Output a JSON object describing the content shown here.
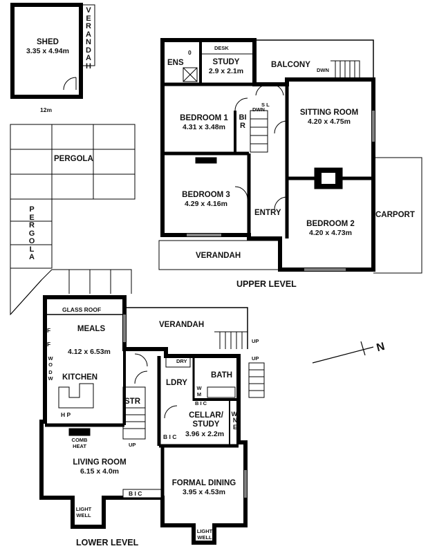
{
  "rooms": {
    "shed": {
      "name": "SHED",
      "size": "3.35 x 4.94m"
    },
    "verandah_shed": "VERANDAH",
    "ens": "ENS",
    "study": {
      "name": "STUDY",
      "size": "2.9 x 2.1m"
    },
    "desk": "DESK",
    "balcony": "BALCONY",
    "bedroom1": {
      "name": "BEDROOM 1",
      "size": "4.31 x 3.48m"
    },
    "bir": "BIR",
    "sitting_room": {
      "name": "SITTING ROOM",
      "size": "4.20 x 4.75m"
    },
    "bedroom3": {
      "name": "BEDROOM 3",
      "size": "4.29 x 4.16m"
    },
    "entry": "ENTRY",
    "bedroom2": {
      "name": "BEDROOM 2",
      "size": "4.20 x 4.73m"
    },
    "carport": "CARPORT",
    "verandah_upper": "VERANDAH",
    "pergola_top": "PERGOLA",
    "pergola_side": "PERGOLA",
    "glass_roof": "GLASS ROOF",
    "meals": {
      "name": "MEALS",
      "size": "4.12 x 6.53m"
    },
    "verandah_lower": "VERANDAH",
    "kitchen": "KITCHEN",
    "dry": "DRY",
    "ldry": "LDRY",
    "bath": "BATH",
    "str": "STR",
    "cellar_study": {
      "name": "CELLAR/ STUDY",
      "size": "3.96 x 2.2m"
    },
    "wine": "WINE",
    "living_room": {
      "name": "LIVING ROOM",
      "size": "6.15 x 4.0m"
    },
    "formal_dining": {
      "name": "FORMAL DINING",
      "size": "3.95 x 4.53m"
    },
    "light_well_1": "LIGHT WELL",
    "light_well_2": "LIGHT WELL",
    "comb_heat": "COMB HEAT"
  },
  "fixtures": {
    "o": "0",
    "sl": "S L",
    "dwn_stair": "DWN",
    "dwn_balcony": "DWN",
    "up_verandah": "UP",
    "up_side": "UP",
    "up_str": "UP",
    "f1": "F",
    "f2": "F",
    "wo": "W O",
    "dw": "D W",
    "hp": "H P",
    "wm": "W M",
    "bic_cellar_top": "B I C",
    "bic_cellar": "B I C",
    "bic_living": "B I C"
  },
  "distances": {
    "shed_gap": "12m"
  },
  "levels": {
    "upper": "UPPER LEVEL",
    "lower": "LOWER LEVEL"
  },
  "compass": {
    "label": "N"
  }
}
